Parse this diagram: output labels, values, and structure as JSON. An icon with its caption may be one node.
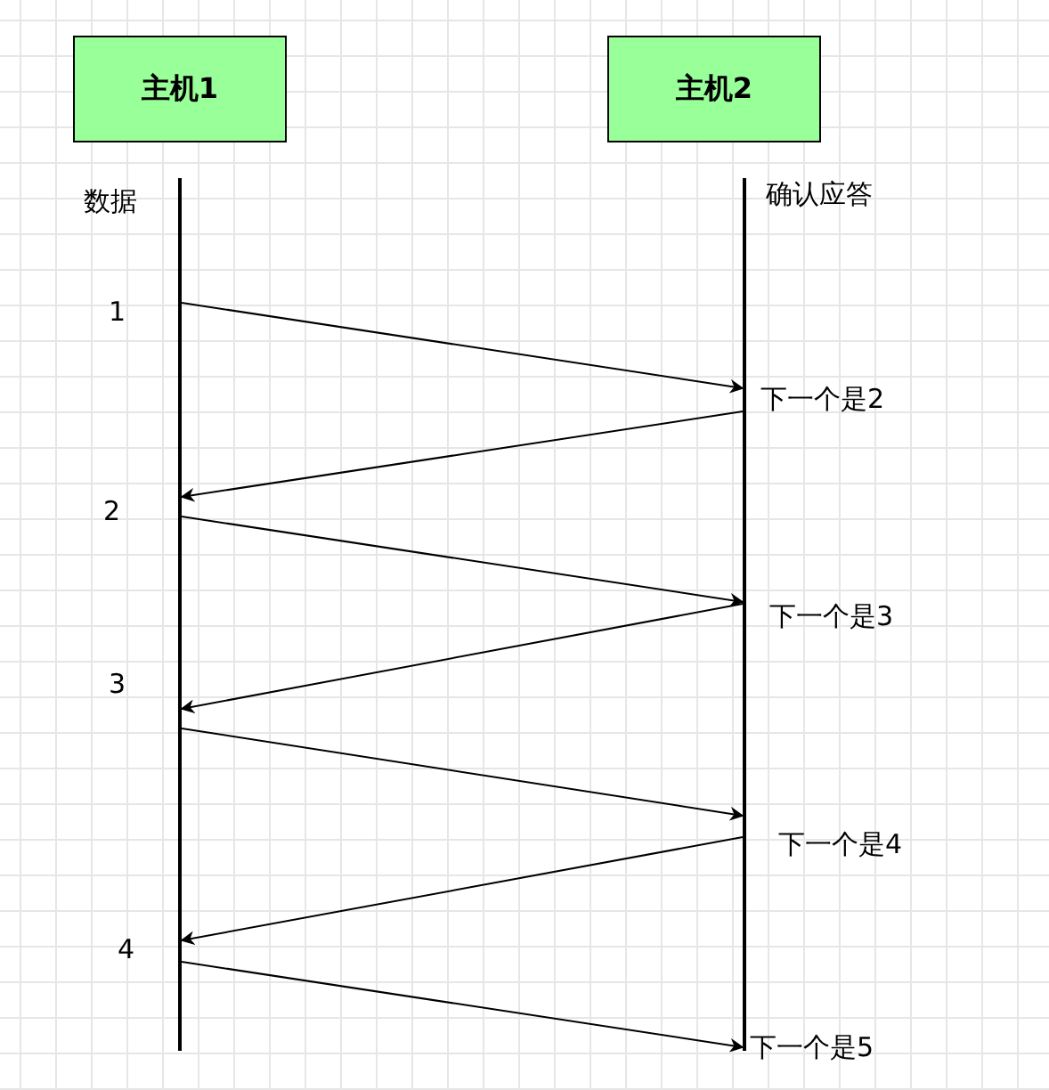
{
  "diagram": {
    "nodes": [
      {
        "text": [
          "主机1"
        ]
      },
      {
        "text": [
          "主机2"
        ]
      },
      {
        "text": [],
        "shape": "line"
      },
      {
        "text": [],
        "shape": "line"
      }
    ],
    "edges": [
      {
        "from": 2,
        "to": 3,
        "arrow": "to"
      },
      {
        "from": 3,
        "to": 2,
        "arrow": "to"
      },
      {
        "from": 2,
        "to": 3,
        "arrow": "to"
      },
      {
        "from": 3,
        "to": 2,
        "arrow": "to"
      },
      {
        "from": 2,
        "to": 3,
        "arrow": "to"
      },
      {
        "from": 3,
        "to": 2,
        "arrow": "to"
      },
      {
        "from": 2,
        "to": 3,
        "arrow": "to"
      }
    ],
    "labels": [
      "数据",
      "确认应答",
      "1",
      "下一个是2",
      "2",
      "下一个是3",
      "3",
      "下一个是4",
      "4",
      "下一个是5"
    ]
  }
}
